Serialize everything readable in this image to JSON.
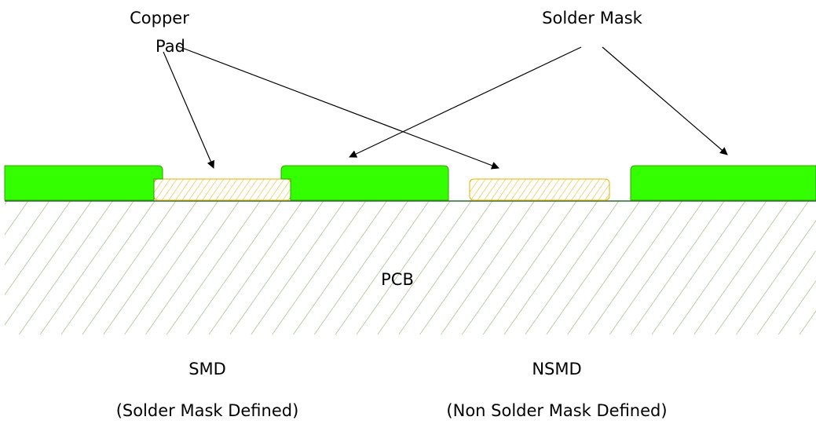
{
  "labels": {
    "copper_pad_line1": "Copper",
    "copper_pad_line2": "Pad",
    "solder_mask": "Solder Mask",
    "pcb": "PCB",
    "smd": "SMD",
    "smd_full": "(Solder Mask Defined)",
    "nsmd": "NSMD",
    "nsmd_full": "(Non Solder Mask Defined)"
  },
  "colors": {
    "solder_mask_fill": "#33ff00",
    "solder_mask_edge": "#2ea000",
    "copper_hatch": "#e8b000",
    "pcb_hatch": "#7aa35a",
    "pcb_surface_line": "#2e6b2e",
    "arrow": "#000000"
  }
}
